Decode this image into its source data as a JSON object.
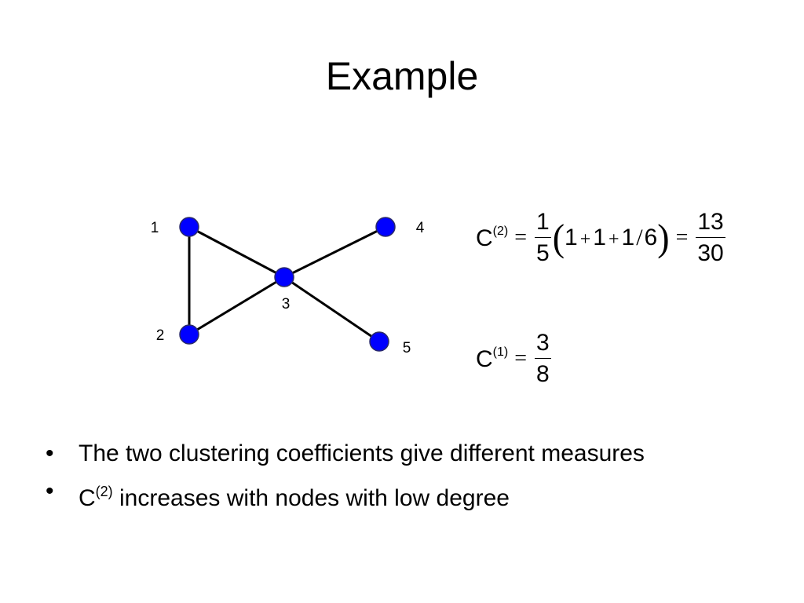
{
  "slide": {
    "title": "Example"
  },
  "graph": {
    "nodes": [
      {
        "id": "1",
        "label": "1"
      },
      {
        "id": "2",
        "label": "2"
      },
      {
        "id": "3",
        "label": "3"
      },
      {
        "id": "4",
        "label": "4"
      },
      {
        "id": "5",
        "label": "5"
      }
    ],
    "edges": [
      [
        "1",
        "2"
      ],
      [
        "1",
        "3"
      ],
      [
        "2",
        "3"
      ],
      [
        "3",
        "4"
      ],
      [
        "3",
        "5"
      ]
    ],
    "node_color": "#0000ff",
    "edge_color": "#000000"
  },
  "equations": {
    "c2": {
      "symbol": "C",
      "superscript": "(2)",
      "equals": "=",
      "frac1_num": "1",
      "frac1_den": "5",
      "open_paren": "(",
      "term_a": "1",
      "plus_a": "+",
      "term_b": "1",
      "plus_b": "+",
      "term_c_num": "1",
      "slash": "/",
      "term_c_den": "6",
      "close_paren": ")",
      "equals2": "=",
      "result_num": "13",
      "result_den": "30"
    },
    "c1": {
      "symbol": "C",
      "superscript": "(1)",
      "equals": "=",
      "num": "3",
      "den": "8"
    }
  },
  "bullets": [
    {
      "text": "The two clustering coefficients give different measures"
    },
    {
      "prefix": "C",
      "superscript": "(2)",
      "text": " increases with nodes with low degree"
    }
  ]
}
